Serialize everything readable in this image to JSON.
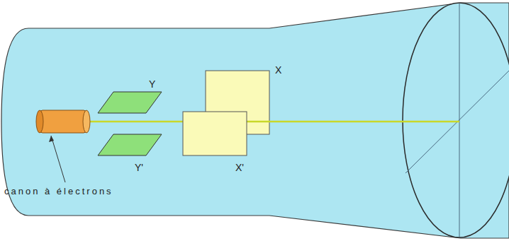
{
  "diagram": {
    "labels": [
      "Y",
      "Y'",
      "X",
      "X'",
      "canon à électrons"
    ]
  }
}
